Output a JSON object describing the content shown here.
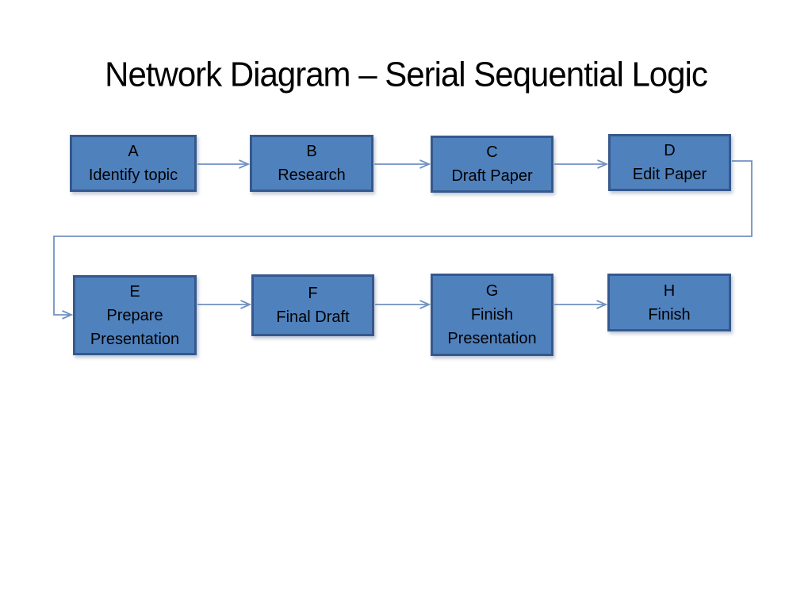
{
  "title": "Network Diagram – Serial Sequential Logic",
  "colors": {
    "background": "#FFFFFF",
    "box_fill": "#4F81BD",
    "box_border": "#36588C",
    "connector": "#7191C2",
    "text": "#000000"
  },
  "nodes": [
    {
      "id": "A",
      "lines": [
        "A",
        "Identify topic"
      ]
    },
    {
      "id": "B",
      "lines": [
        "B",
        "Research"
      ]
    },
    {
      "id": "C",
      "lines": [
        "C",
        "Draft Paper"
      ]
    },
    {
      "id": "D",
      "lines": [
        "D",
        "Edit Paper"
      ]
    },
    {
      "id": "E",
      "lines": [
        "E",
        "Prepare",
        "Presentation"
      ]
    },
    {
      "id": "F",
      "lines": [
        "F",
        "Final Draft"
      ]
    },
    {
      "id": "G",
      "lines": [
        "G",
        "Finish",
        "Presentation"
      ]
    },
    {
      "id": "H",
      "lines": [
        "H",
        "Finish"
      ]
    }
  ],
  "edges": [
    {
      "from": "A",
      "to": "B"
    },
    {
      "from": "B",
      "to": "C"
    },
    {
      "from": "C",
      "to": "D"
    },
    {
      "from": "D",
      "to": "E"
    },
    {
      "from": "E",
      "to": "F"
    },
    {
      "from": "F",
      "to": "G"
    },
    {
      "from": "G",
      "to": "H"
    }
  ]
}
